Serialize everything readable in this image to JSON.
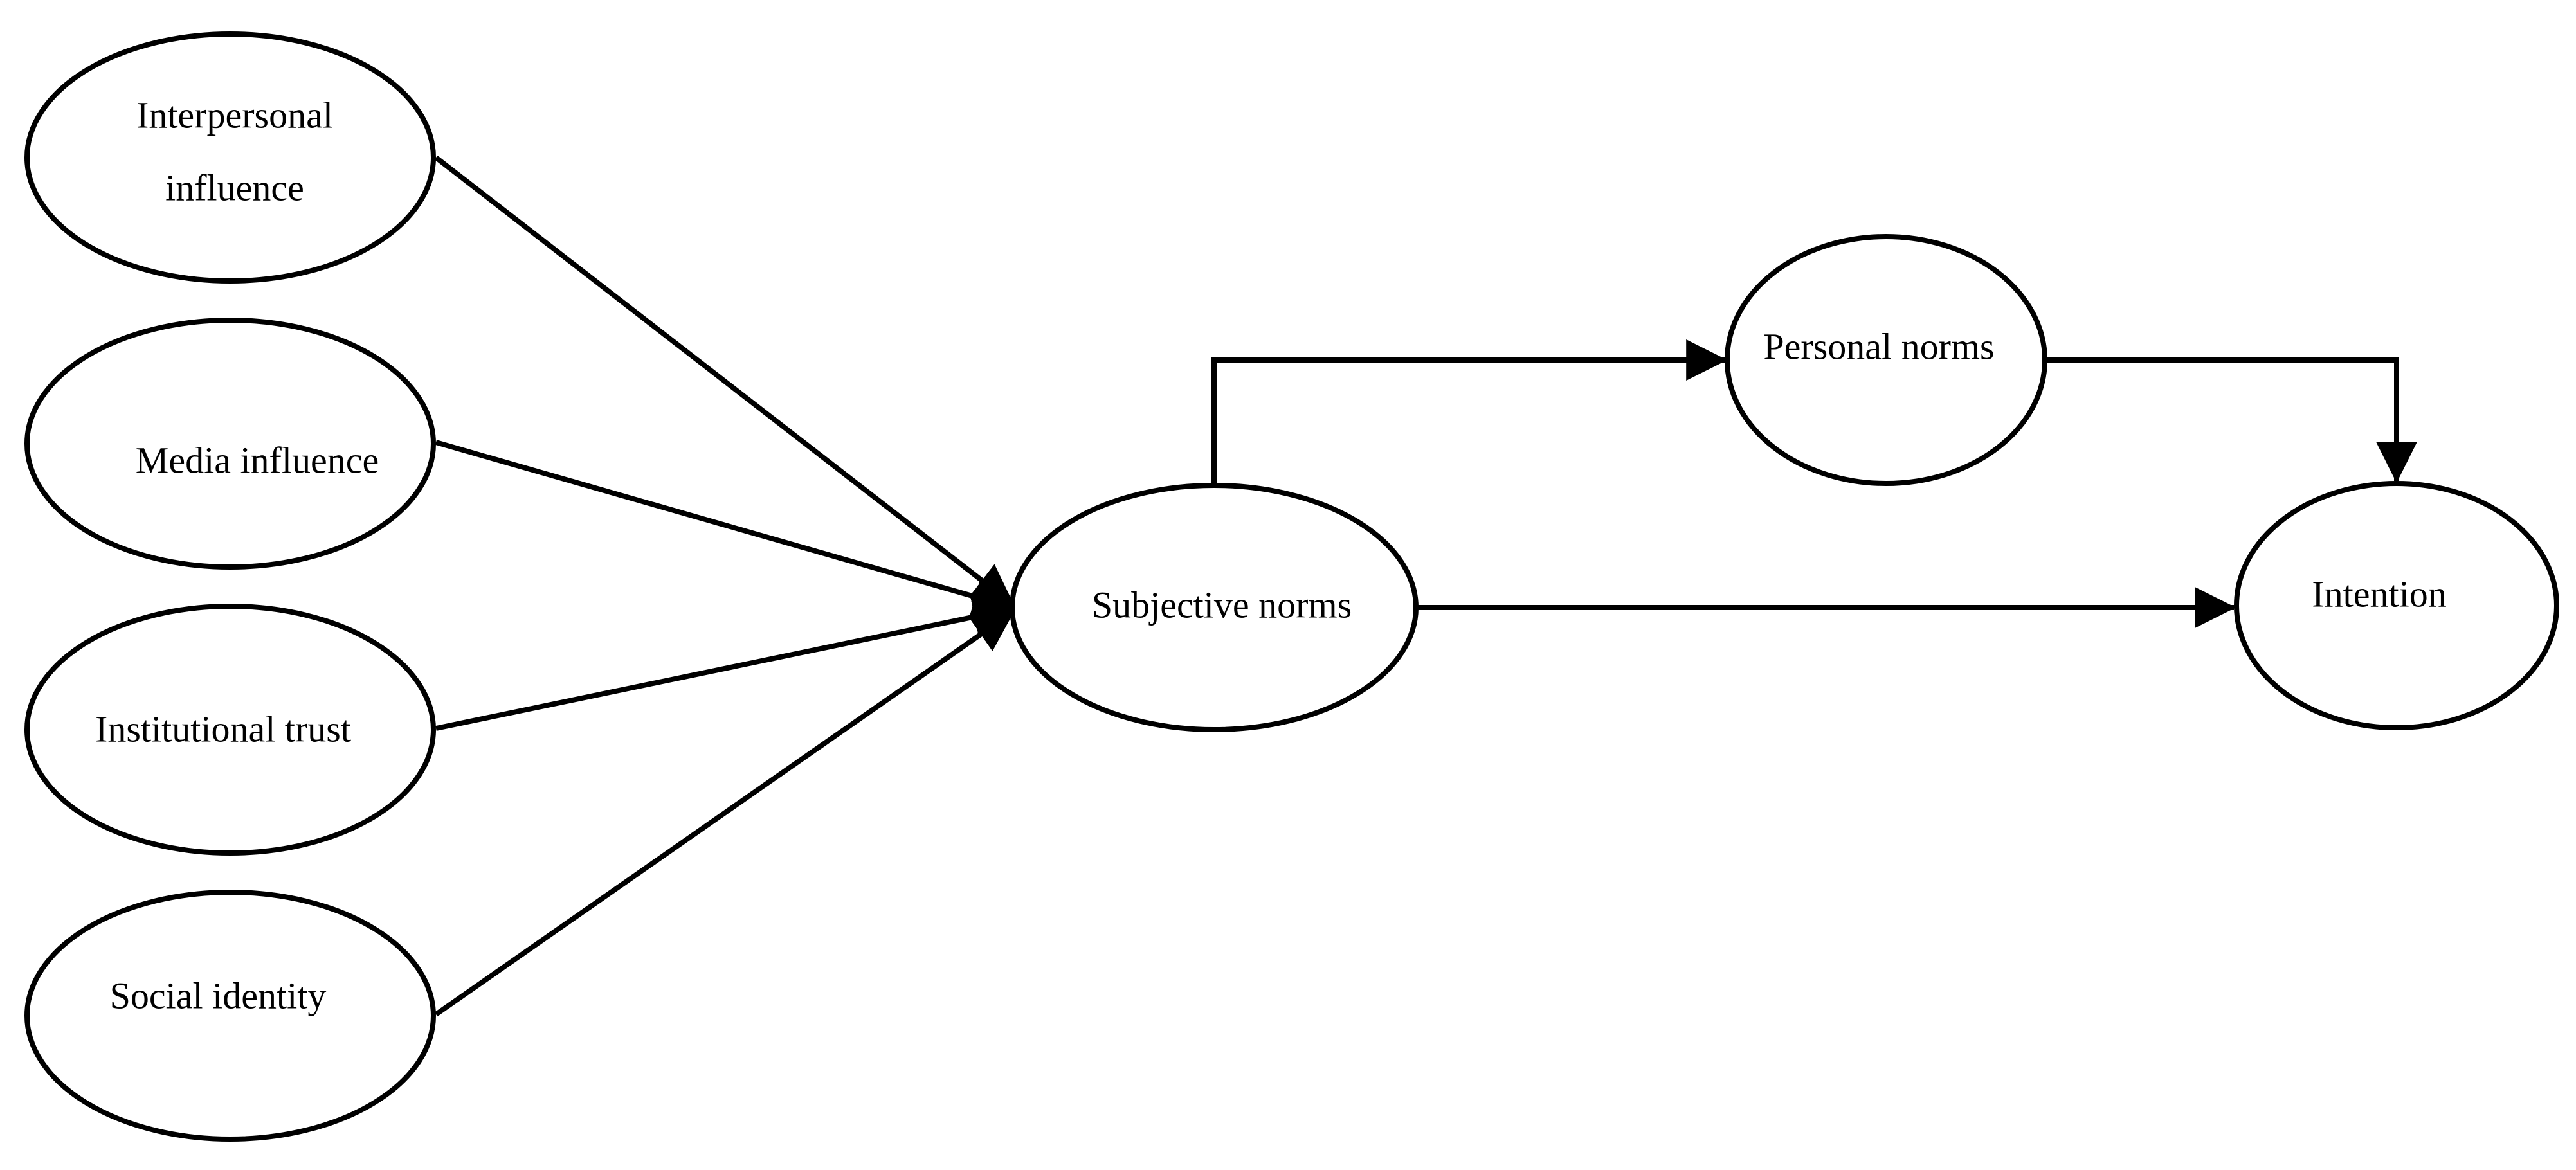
{
  "nodes": {
    "interpersonal_influence": {
      "line1": "Interpersonal",
      "line2": "influence"
    },
    "media_influence": {
      "label": "Media influence"
    },
    "institutional_trust": {
      "label": "Institutional trust"
    },
    "social_identity": {
      "label": "Social identity"
    },
    "subjective_norms": {
      "label": "Subjective norms"
    },
    "personal_norms": {
      "label": "Personal norms"
    },
    "intention": {
      "label": "Intention"
    }
  },
  "edges": [
    {
      "from": "Interpersonal influence",
      "to": "Subjective norms"
    },
    {
      "from": "Media influence",
      "to": "Subjective norms"
    },
    {
      "from": "Institutional trust",
      "to": "Subjective norms"
    },
    {
      "from": "Social identity",
      "to": "Subjective norms"
    },
    {
      "from": "Subjective norms",
      "to": "Personal norms"
    },
    {
      "from": "Personal norms",
      "to": "Intention"
    },
    {
      "from": "Subjective norms",
      "to": "Intention"
    }
  ]
}
